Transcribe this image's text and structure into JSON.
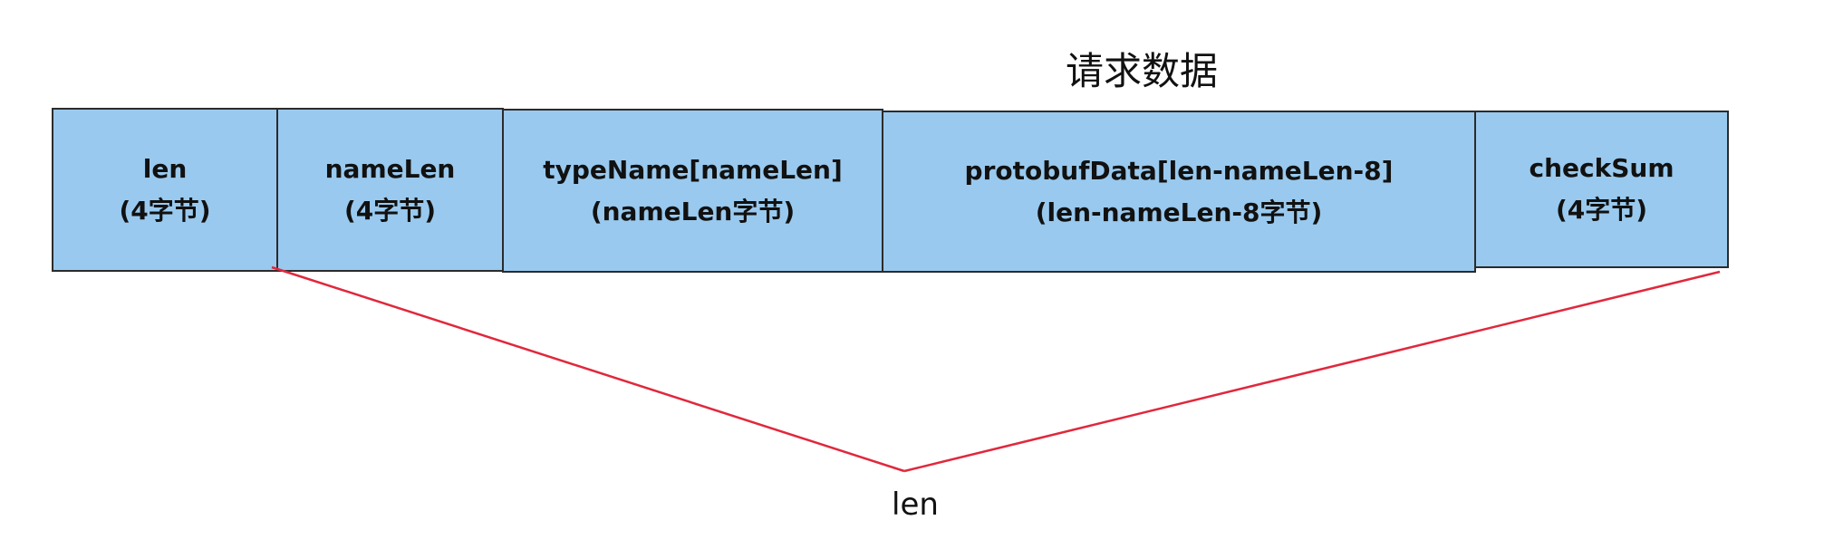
{
  "title": "请求数据",
  "fields": [
    {
      "name": "len",
      "size": "(4字节)"
    },
    {
      "name": "nameLen",
      "size": "(4字节)"
    },
    {
      "name": "typeName[nameLen]",
      "size": "(nameLen字节)"
    },
    {
      "name": "protobufData[len-nameLen-8]",
      "size": "(len-nameLen-8字节)"
    },
    {
      "name": "checkSum",
      "size": "(4字节)"
    }
  ],
  "span_label": "len",
  "colors": {
    "field_fill": "#99c9ee",
    "field_border": "#2b2b2b",
    "span_line": "#e0283c"
  }
}
